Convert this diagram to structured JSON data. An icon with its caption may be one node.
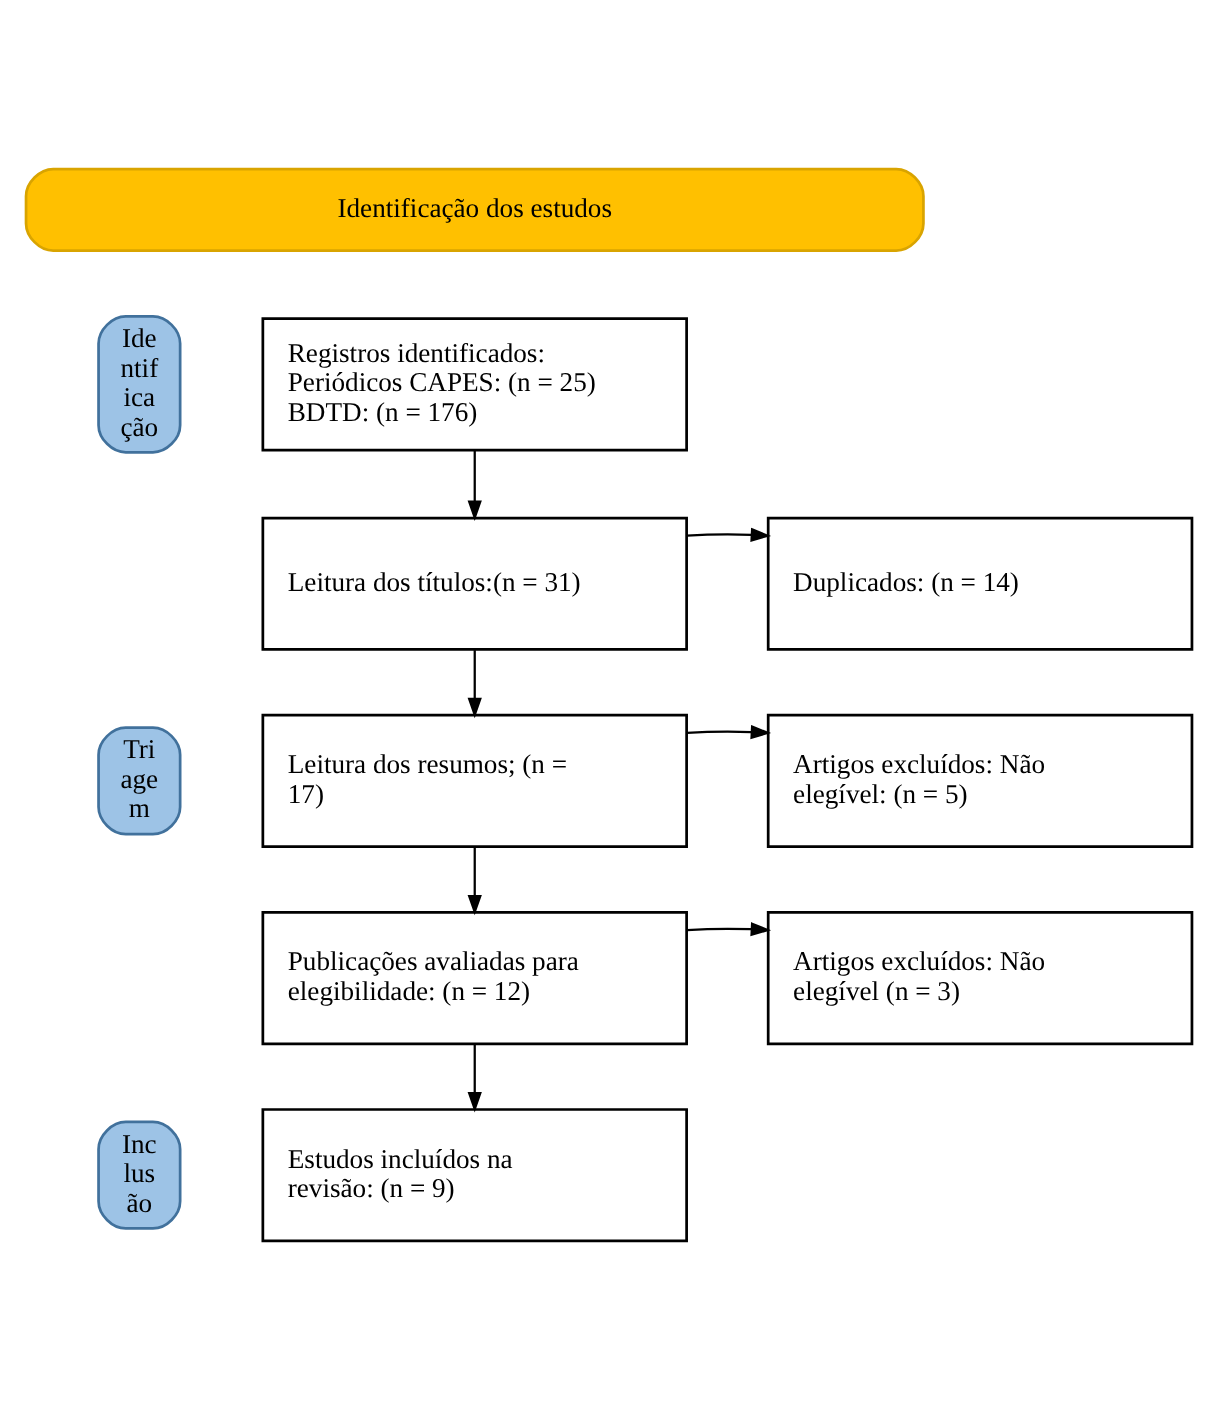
{
  "diagram": {
    "nodes": [
      {
        "text": [
          "Identificação dos estudos"
        ]
      },
      {
        "text": [
          "Ide ntif ica ção"
        ]
      },
      {
        "text": [
          "Registros identificados: Periódicos CAPES: (n = 25) BDTD: (n = 176)"
        ]
      },
      {
        "text": [
          "Tri age m"
        ]
      },
      {
        "text": [
          "Leitura dos títulos:(n = 31)"
        ]
      },
      {
        "text": [
          "Duplicados: (n = 14)"
        ]
      },
      {
        "text": [
          "Leitura dos resumos; (n = 17)"
        ]
      },
      {
        "text": [
          "Artigos excluídos: Não elegível: (n = 5)"
        ]
      },
      {
        "text": [
          "Publicações avaliadas para elegibilidade: (n = 12)"
        ]
      },
      {
        "text": [
          "Artigos excluídos: Não elegível (n = 3)"
        ]
      },
      {
        "text": [
          "Inc lus ão"
        ]
      },
      {
        "text": [
          "Estudos incluídos na revisão: (n = 9)"
        ]
      }
    ],
    "edges": [
      {
        "from": 2,
        "to": 4,
        "arrow": "to"
      },
      {
        "from": 4,
        "to": 5,
        "arrow": "to"
      },
      {
        "from": 4,
        "to": 6,
        "arrow": "to"
      },
      {
        "from": 6,
        "to": 7,
        "arrow": "to"
      },
      {
        "from": 6,
        "to": 8,
        "arrow": "to"
      },
      {
        "from": 8,
        "to": 9,
        "arrow": "to"
      },
      {
        "from": 8,
        "to": 11,
        "arrow": "to"
      }
    ]
  }
}
